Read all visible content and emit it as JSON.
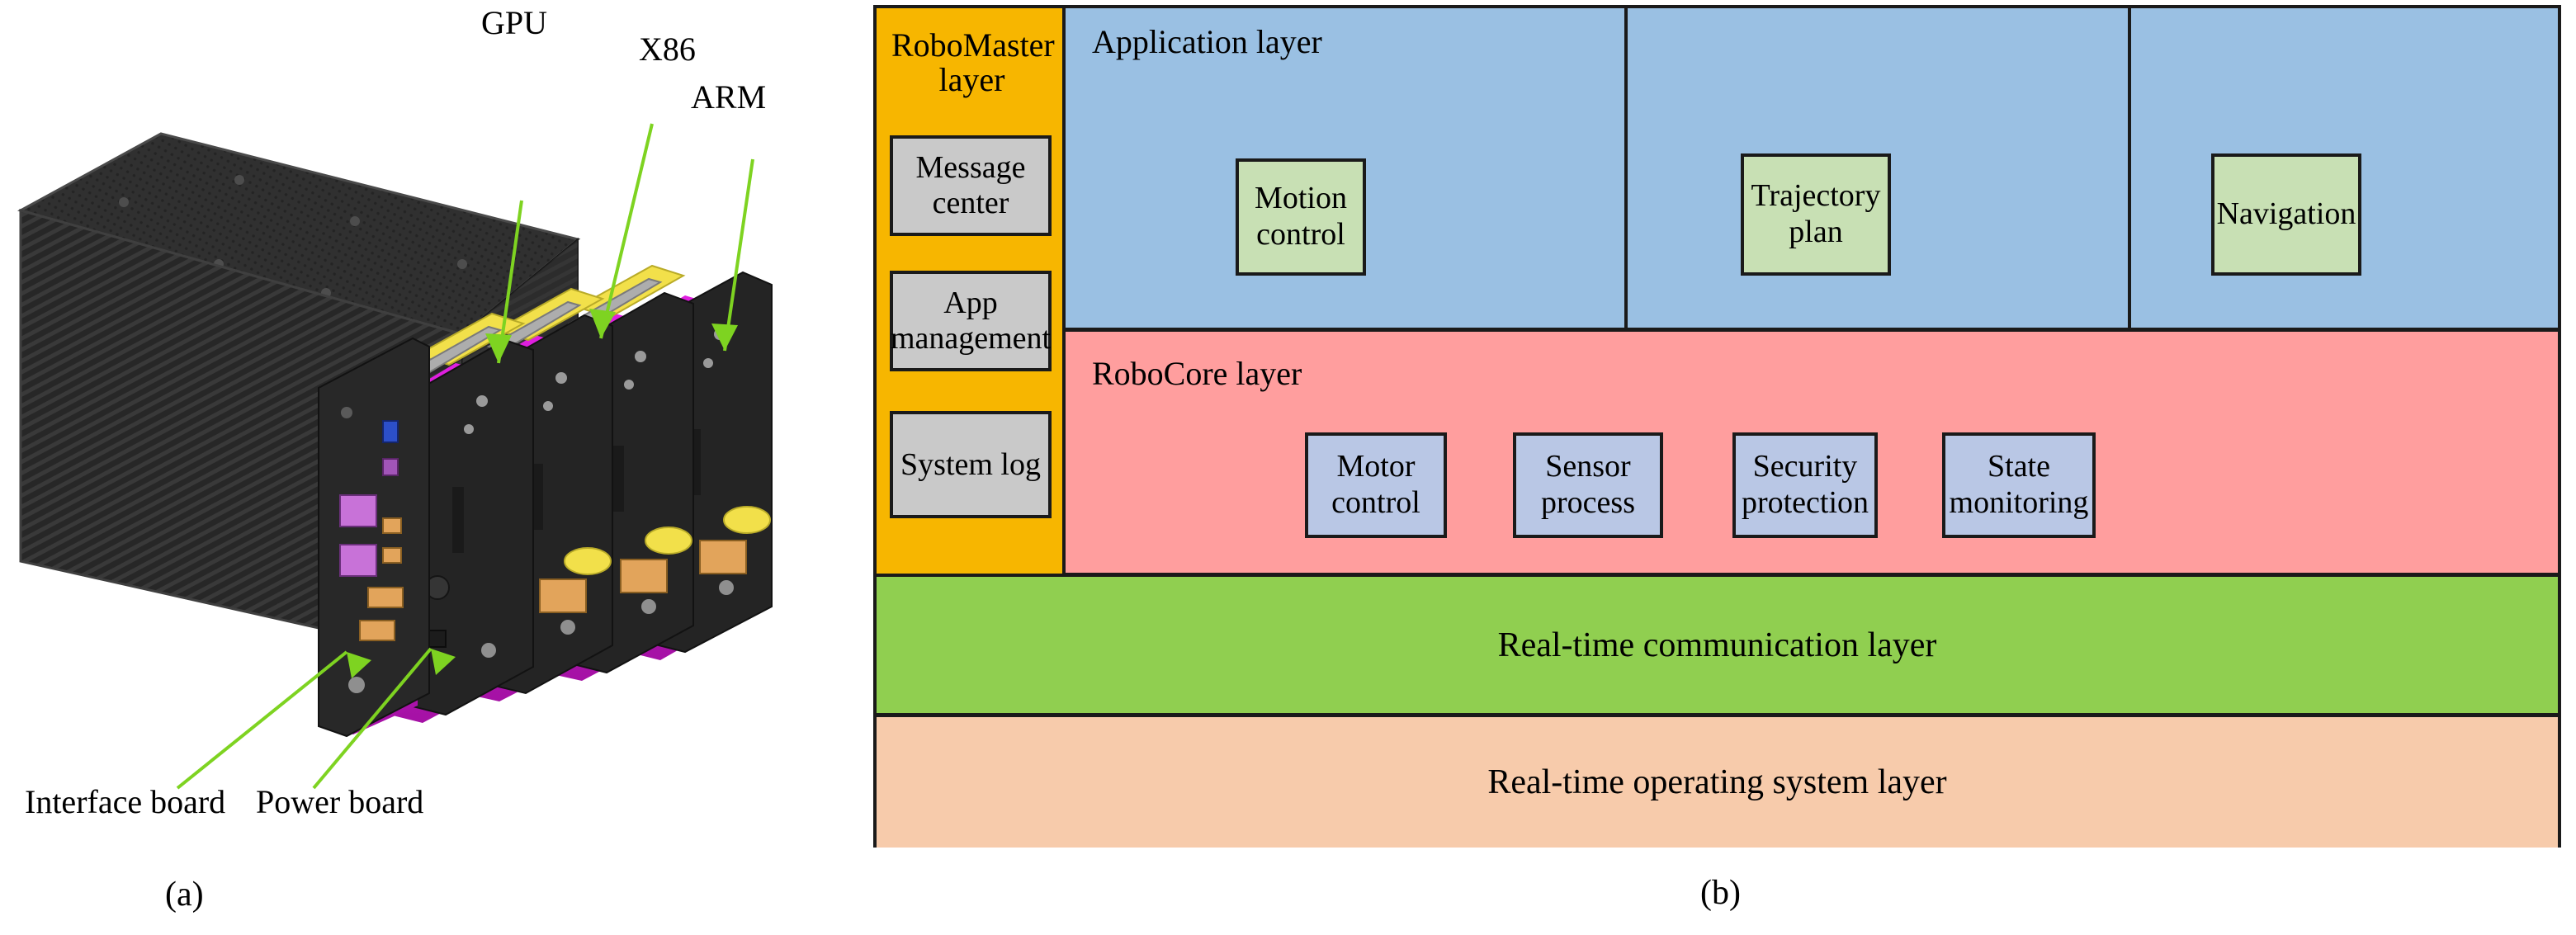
{
  "figure": {
    "panel_a": {
      "caption": "(a)",
      "callouts": [
        {
          "id": "gpu",
          "label": "GPU"
        },
        {
          "id": "x86",
          "label": "X86"
        },
        {
          "id": "arm",
          "label": "ARM"
        },
        {
          "id": "interface-board",
          "label": "Interface board"
        },
        {
          "id": "power-board",
          "label": "Power board"
        }
      ],
      "colors": {
        "chassis": "#2b2b2b",
        "card_accent": "#D617D6",
        "connector": "#F2E04A",
        "leader_line": "#7ED321"
      }
    },
    "panel_b": {
      "caption": "(b)",
      "colors": {
        "robomaster": "#F7B600",
        "application": "#9AC0E3",
        "robocore": "#FF9E9E",
        "communication": "#90CF50",
        "rtos": "#F7CBAB",
        "rm_module": "#C9C9C9",
        "app_module": "#C8E0B4",
        "core_module": "#B9C7E5",
        "outline": "#1a1a1a"
      },
      "robomaster": {
        "title": "RoboMaster layer",
        "modules": [
          {
            "label": "Message center"
          },
          {
            "label": "App management"
          },
          {
            "label": "System log"
          }
        ]
      },
      "application": {
        "title": "Application layer",
        "modules": [
          {
            "label": "Motion control"
          },
          {
            "label": "Trajectory plan"
          },
          {
            "label": "Navigation"
          }
        ]
      },
      "robocore": {
        "title": "RoboCore layer",
        "modules": [
          {
            "label": "Motor control"
          },
          {
            "label": "Sensor process"
          },
          {
            "label": "Security protection"
          },
          {
            "label": "State monitoring"
          }
        ]
      },
      "communication": {
        "title": "Real-time communication layer"
      },
      "rtos": {
        "title": "Real-time operating system layer"
      }
    }
  }
}
